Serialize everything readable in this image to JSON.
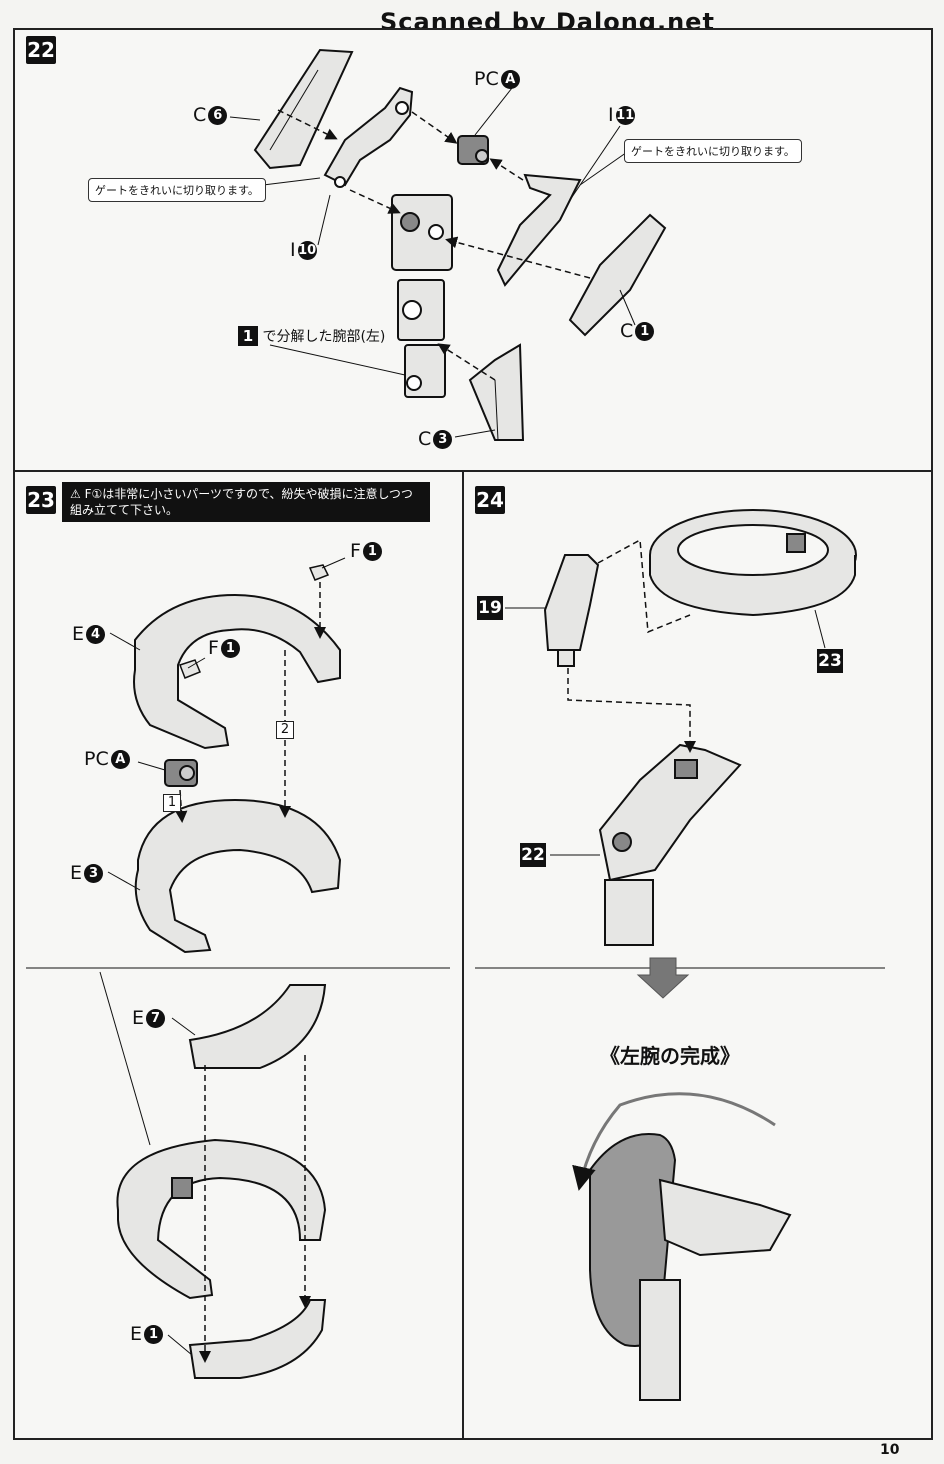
{
  "header": {
    "scan_credit": "Scanned by Dalong.net"
  },
  "page_number": "10",
  "step22": {
    "number": "22",
    "labels": {
      "c6": "C",
      "c6_n": "6",
      "pca": "PC",
      "pca_n": "A",
      "i11": "I",
      "i11_n": "11",
      "i10": "I",
      "i10_n": "10",
      "c1": "C",
      "c1_n": "1",
      "c3": "C",
      "c3_n": "3"
    },
    "gate_note_left": "ゲートをきれいに切り取ります。",
    "gate_note_right": "ゲートをきれいに切り取ります。",
    "ref_step": "1",
    "ref_text": "で分解した腕部(左)"
  },
  "step23": {
    "number": "23",
    "warning_line1": "F①は非常に小さいパーツですので、紛失や破損に注意しつつ",
    "warning_line2": "組み立てて下さい。",
    "labels": {
      "f1_top": "F",
      "f1_top_n": "1",
      "f1_mid": "F",
      "f1_mid_n": "1",
      "e4": "E",
      "e4_n": "4",
      "pca": "PC",
      "pca_n": "A",
      "e3": "E",
      "e3_n": "3",
      "e7": "E",
      "e7_n": "7",
      "e1": "E",
      "e1_n": "1"
    },
    "order1": "1",
    "order2": "2"
  },
  "step24": {
    "number": "24",
    "ref19": "19",
    "ref23": "23",
    "ref22": "22",
    "complete_title": "《左腕の完成》"
  },
  "colors": {
    "ink": "#111111",
    "paper": "#f4f4f2",
    "part_fill": "#e6e6e4"
  }
}
